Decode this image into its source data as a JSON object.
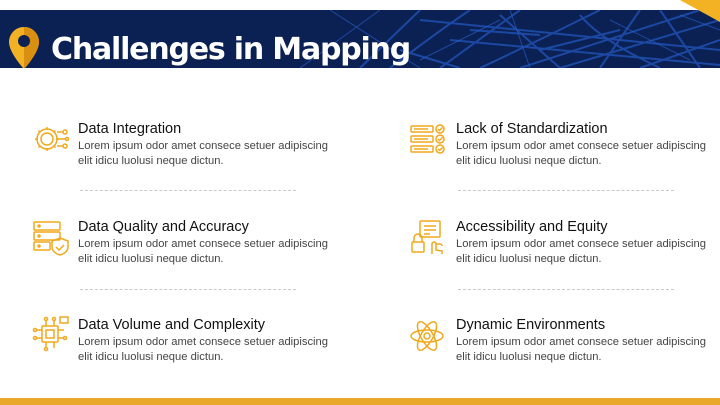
{
  "title": "Challenges in Mapping",
  "colors": {
    "navy": "#0b2154",
    "gold": "#e9a82a",
    "icon": "#f0a81c"
  },
  "items": [
    {
      "icon": "gear-network-icon",
      "heading": "Data Integration",
      "text": "Lorem ipsum odor amet consece setuer adipiscing elit idicu luolusi neque dictun."
    },
    {
      "icon": "checklist-icon",
      "heading": "Lack of Standardization",
      "text": "Lorem ipsum odor amet consece setuer adipiscing elit idicu luolusi neque dictun."
    },
    {
      "icon": "server-shield-icon",
      "heading": "Data Quality and Accuracy",
      "text": "Lorem ipsum odor amet consece setuer adipiscing elit idicu luolusi neque dictun."
    },
    {
      "icon": "lock-hand-icon",
      "heading": "Accessibility and Equity",
      "text": "Lorem ipsum odor amet consece setuer adipiscing elit idicu luolusi neque dictun."
    },
    {
      "icon": "circuit-chip-icon",
      "heading": "Data Volume and Complexity",
      "text": "Lorem ipsum odor amet consece setuer adipiscing elit idicu luolusi neque dictun."
    },
    {
      "icon": "atom-icon",
      "heading": "Dynamic Environments",
      "text": "Lorem ipsum odor amet consece setuer adipiscing elit idicu luolusi neque dictun."
    }
  ]
}
